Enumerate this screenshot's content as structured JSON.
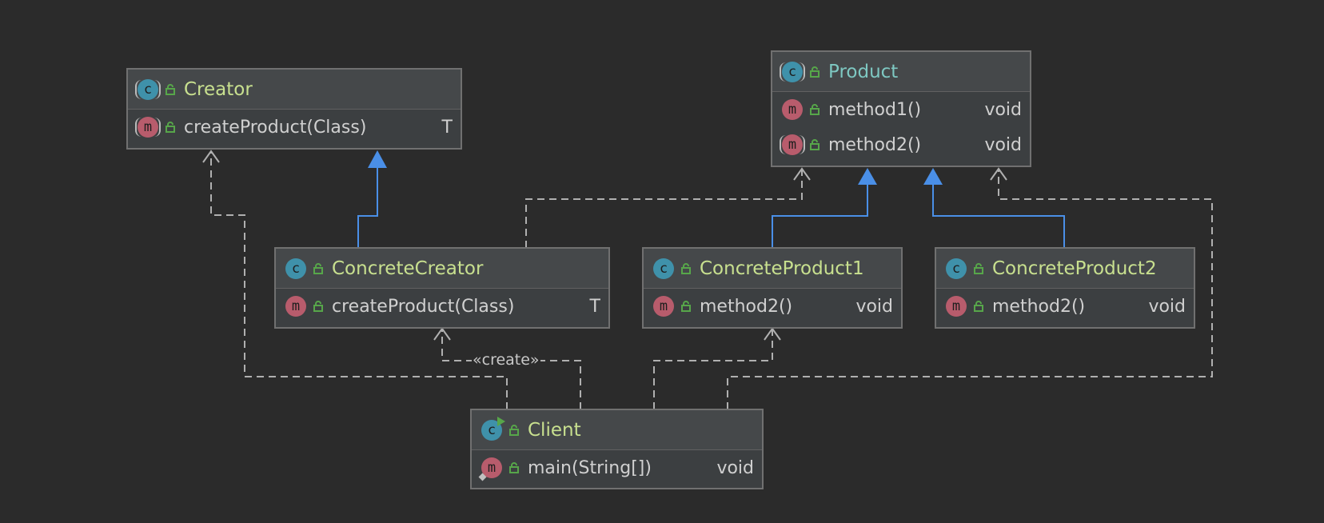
{
  "classes": {
    "creator": {
      "name": "Creator",
      "methods": [
        {
          "name": "createProduct(Class)",
          "type": "T"
        }
      ]
    },
    "product": {
      "name": "Product",
      "methods": [
        {
          "name": "method1()",
          "type": "void"
        },
        {
          "name": "method2()",
          "type": "void"
        }
      ]
    },
    "concrete_creator": {
      "name": "ConcreteCreator",
      "methods": [
        {
          "name": "createProduct(Class)",
          "type": "T"
        }
      ]
    },
    "concrete_product1": {
      "name": "ConcreteProduct1",
      "methods": [
        {
          "name": "method2()",
          "type": "void"
        }
      ]
    },
    "concrete_product2": {
      "name": "ConcreteProduct2",
      "methods": [
        {
          "name": "method2()",
          "type": "void"
        }
      ]
    },
    "client": {
      "name": "Client",
      "methods": [
        {
          "name": "main(String[])",
          "type": "void"
        }
      ]
    }
  },
  "edges": {
    "create_label": "«create»"
  },
  "icons": {
    "class": "class-icon",
    "method": "method-icon",
    "visibility": "public-lock-icon"
  },
  "colors": {
    "background": "#2b2b2b",
    "inheritance": "#4a8fe7",
    "dependency": "#b0b0b0",
    "class_name": "#c8e08f",
    "abstract_name": "#7ec8c2"
  }
}
